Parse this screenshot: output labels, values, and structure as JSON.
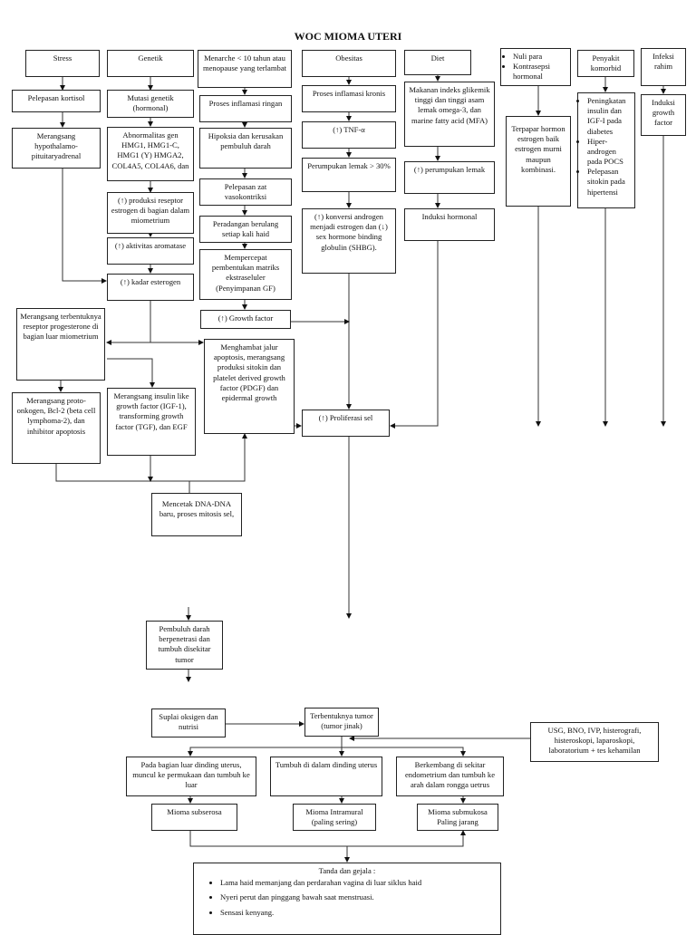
{
  "title": "WOC MIOMA UTERI",
  "boxes": {
    "stress": "Stress",
    "genetik": "Genetik",
    "menarche": "Menarche  < 10 tahun atau menopause yang terlambat",
    "obesitas": "Obesitas",
    "diet": "Diet",
    "nulipara": [
      "Nuli para",
      "Kontrasepsi hormonal"
    ],
    "penyakit": "Penyakit komorbid",
    "infeksi": "Infeksi rahim",
    "kortisol": "Pelepasan kortisol",
    "hypothalamo": "Merangsang hypothalamo-pituitaryadrenal",
    "mutasi": "Mutasi genetik (hormonal)",
    "abnormalitas": "Abnormalitas gen HMG1, HMG1-C, HMG1 (Y) HMGA2, COL4A5, COL4A6, dan",
    "reseptor": "(↑) produksi reseptor estrogen di bagian dalam miometrium",
    "aromatase": "(↑) aktivitas aromatase",
    "kadar": "(↑) kadar esterogen",
    "inflamasi_ringan": "Proses inflamasi ringan",
    "hipoksia": "Hipoksia dan kerusakan pembuluh darah",
    "vasokontriksi": "Pelepasan zat vasokontriksi",
    "peradangan": "Peradangan berulang setiap kali haid",
    "matriks": "Mempercepat pembentukan matriks ekstraseluler (Penyimpanan GF)",
    "growth_factor": "(↑) Growth factor",
    "inflamasi_kronis": "Proses inflamasi kronis",
    "tnf": "(↑) TNF-α",
    "lemak30": "Perumpukan lemak > 30%",
    "konversi": "(↑) konversi androgen menjadi estrogen dan (↓) sex hormone binding globulin (SHBG).",
    "makanan": "Makanan indeks glikemik tinggi dan tinggi asam lemak omega-3, dan marine fatty acid (MFA)",
    "perumpukan": "(↑) perumpukan lemak",
    "induksi_hormonal": "Induksi hormonal",
    "terpapar": "Terpapar hormon estrogen baik estrogen murni maupun kombinasi.",
    "komorbid_items": [
      "Peningkatan insulin dan IGF-I pada diabetes",
      "Hiper-androgen pada POCS",
      "Pelepasan sitokin pada hipertensi"
    ],
    "induksi_gf": "Induksi growth factor",
    "progesterone": "Merangsang terbentuknya reseptor progesterone di bagian luar miometrium",
    "menghambat": "Menghambat jalur apoptosis, merangsang produksi sitokin dan platelet derived growth factor (PDGF) dan epidermal growth",
    "proliferasi": "(↑) Proliferasi sel",
    "protoonkogen": "Merangsang proto-onkogen, Bcl-2 (beta cell lymphoma-2), dan  inhibitor apoptosis",
    "igf": "Merangsang insulin like growth factor (IGF-1), transforming growth factor (TGF), dan EGF",
    "dna": "Mencetak DNA-DNA baru, proses mitosis sel,",
    "pembuluh": "Pembuluh darah berpenetrasi dan tumbuh disekitar tumor",
    "suplai": "Suplai oksigen dan nutrisi",
    "tumor": "Terbentuknya tumor (tumor jinak)",
    "usg": "USG, BNO, IVP, histerografi, histeroskopi, laparoskopi, laboratorium + tes kehamilan",
    "luar": "Pada bagian luar dinding uterus, muncul ke permukaan dan tumbuh ke luar",
    "dalam": "Tumbuh di dalam dinding uterus",
    "endometrium": "Berkembang di sekitar endometrium dan tumbuh ke arah dalam rongga uetrus",
    "subserosa": "Mioma subserosa",
    "intramural": "Mioma Intramural (paling sering)",
    "submukosa": "Mioma submukosa Paling jarang"
  },
  "tanda": {
    "heading": "Tanda dan gejala :",
    "items": [
      "Lama haid memanjang dan perdarahan vagina di luar siklus haid",
      "Nyeri perut dan pinggang bawah saat menstruasi.",
      "Sensasi kenyang."
    ]
  }
}
